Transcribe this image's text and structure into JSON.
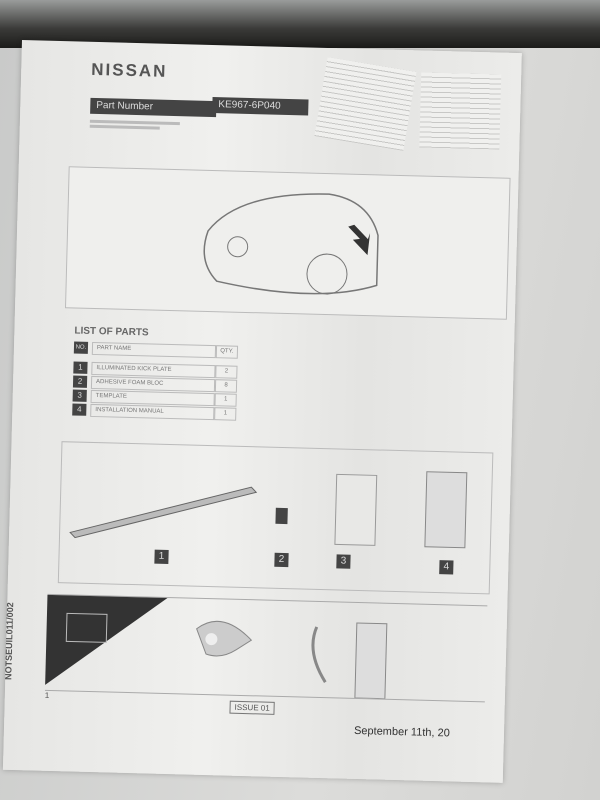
{
  "header": {
    "brand": "NISSAN",
    "part_number_label": "Part Number",
    "part_number": "KE967-6P040"
  },
  "list_of_parts": {
    "title": "LIST OF PARTS",
    "headers": {
      "no": "NO.",
      "name": "PART NAME",
      "qty": "QTY."
    },
    "rows": [
      {
        "no": "1",
        "name": "ILLUMINATED KICK PLATE",
        "qty": "2"
      },
      {
        "no": "2",
        "name": "ADHESIVE FOAM BLOC",
        "qty": "8"
      },
      {
        "no": "3",
        "name": "TEMPLATE",
        "qty": "1"
      },
      {
        "no": "4",
        "name": "INSTALLATION MANUAL",
        "qty": "1"
      }
    ]
  },
  "item_labels": [
    "1",
    "2",
    "3",
    "4"
  ],
  "footer": {
    "doc_code": "NOTSEUIL011/002",
    "page": "1",
    "issue": "ISSUE 01",
    "date": "September 11th, 20"
  }
}
